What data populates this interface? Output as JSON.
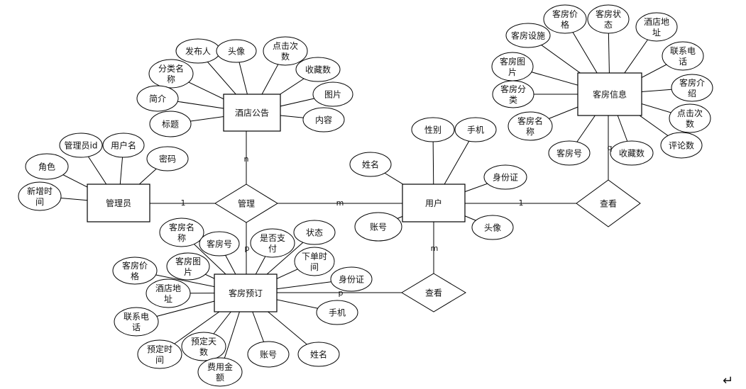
{
  "entities": {
    "notice": "酒店公告",
    "admin": "管理员",
    "user": "用户",
    "room": "客房信息",
    "booking": "客房预订"
  },
  "relations": {
    "manage": "管理",
    "view1": "查看",
    "view2": "查看"
  },
  "attributes": {
    "notice": [
      [
        "发布人"
      ],
      [
        "头像"
      ],
      [
        "点击次",
        "数"
      ],
      [
        "收藏数"
      ],
      [
        "分类名",
        "称"
      ],
      [
        "简介"
      ],
      [
        "图片"
      ],
      [
        "标题"
      ],
      [
        "内容"
      ]
    ],
    "admin": [
      [
        "管理员id"
      ],
      [
        "用户名"
      ],
      [
        "角色"
      ],
      [
        "密码"
      ],
      [
        "新增时",
        "间"
      ]
    ],
    "user": [
      [
        "性别"
      ],
      [
        "手机"
      ],
      [
        "姓名"
      ],
      [
        "身份证"
      ],
      [
        "账号"
      ],
      [
        "头像"
      ]
    ],
    "room": [
      [
        "客房价",
        "格"
      ],
      [
        "客房状",
        "态"
      ],
      [
        "酒店地",
        "址"
      ],
      [
        "客房设施"
      ],
      [
        "联系电",
        "话"
      ],
      [
        "客房图",
        "片"
      ],
      [
        "客房介",
        "绍"
      ],
      [
        "客房分",
        "类"
      ],
      [
        "客房名",
        "称"
      ],
      [
        "点击次",
        "数"
      ],
      [
        "客房号"
      ],
      [
        "收藏数"
      ],
      [
        "评论数"
      ]
    ],
    "booking": [
      [
        "客房名",
        "称"
      ],
      [
        "客房号"
      ],
      [
        "是否支",
        "付"
      ],
      [
        "状态"
      ],
      [
        "客房图",
        "片"
      ],
      [
        "下单时",
        "间"
      ],
      [
        "客房价",
        "格"
      ],
      [
        "身份证"
      ],
      [
        "酒店地",
        "址"
      ],
      [
        "联系电",
        "话"
      ],
      [
        "手机"
      ],
      [
        "预定时",
        "间"
      ],
      [
        "预定天",
        "数"
      ],
      [
        "账号"
      ],
      [
        "姓名"
      ],
      [
        "费用金",
        "额"
      ]
    ]
  },
  "cardinalities": {
    "notice_manage": "n",
    "admin_manage": "1",
    "manage_user": "m",
    "manage_booking": "p",
    "user_view1": "1",
    "view1_room": "q",
    "user_view2": "m",
    "view2_booking": "p"
  },
  "return_glyph": "↵"
}
